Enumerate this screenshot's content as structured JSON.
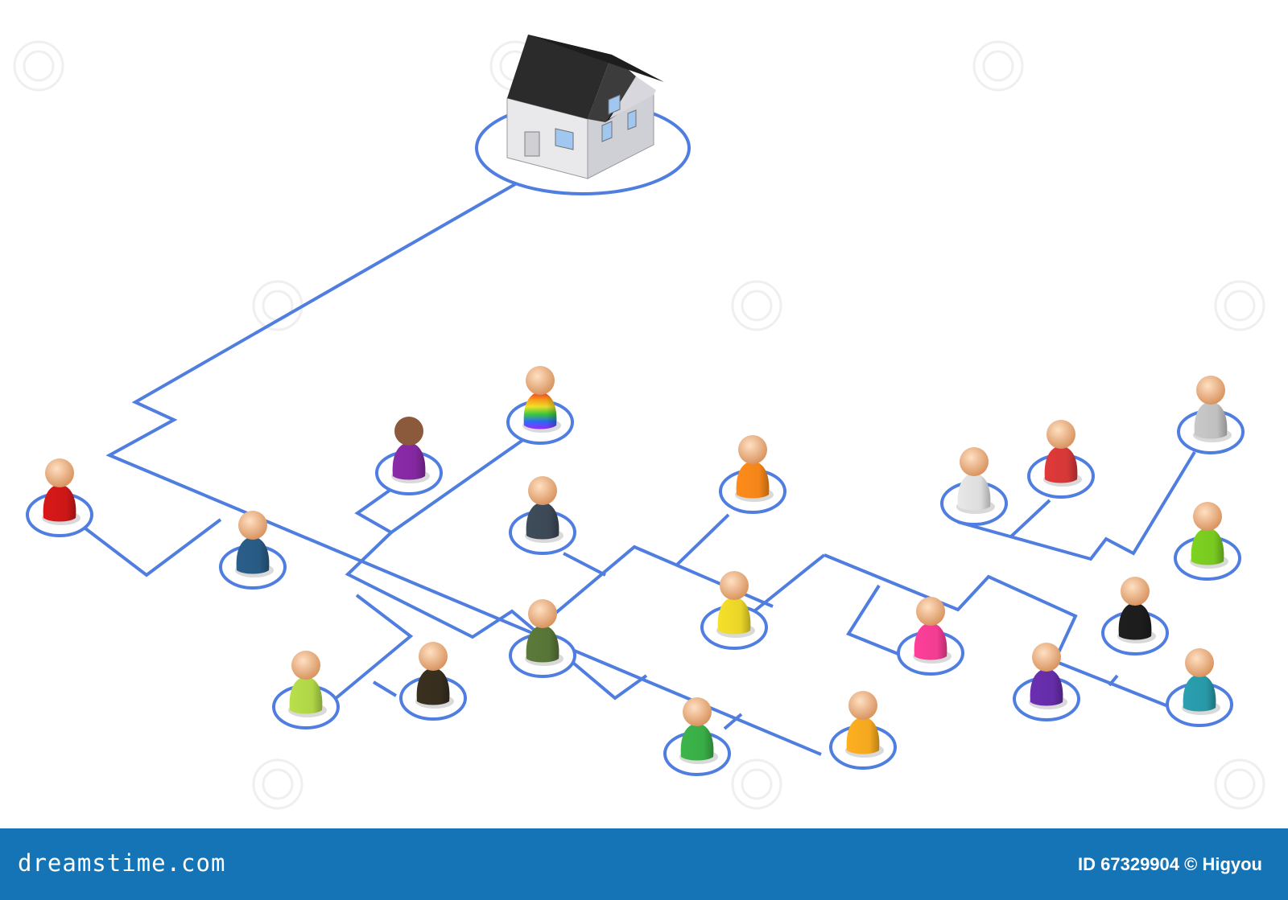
{
  "footer": {
    "brand": "dreamstime.com",
    "credit": "ID 67329904 © Higyou"
  },
  "colors": {
    "line": "#4f7de0",
    "skin": "#f2bd8b",
    "roof": "#2b2b2b",
    "wall": "#e8e8ea",
    "footer_bg": "#1474b5"
  },
  "scene": {
    "house_icon": "house-icon",
    "figures": [
      {
        "shirt": "#d81818",
        "name": "figure-red"
      },
      {
        "shirt": "#2a5f8a",
        "name": "figure-blue"
      },
      {
        "shirt": "#8a2aa8",
        "name": "figure-purple",
        "skin": "#8b5a3c"
      },
      {
        "shirt": "rainbow",
        "name": "figure-rainbow"
      },
      {
        "shirt": "#3f4c5a",
        "name": "figure-tie"
      },
      {
        "shirt": "#ff8c1a",
        "name": "figure-orange"
      },
      {
        "shirt": "#e8e8e8",
        "name": "figure-white"
      },
      {
        "shirt": "#e03a3a",
        "name": "figure-hawaiian"
      },
      {
        "shirt": "#c9c9c9",
        "name": "figure-grey"
      },
      {
        "shirt": "#7ed321",
        "name": "figure-green"
      },
      {
        "shirt": "#f5e02a",
        "name": "figure-yellow"
      },
      {
        "shirt": "#5c7a3a",
        "name": "figure-camo"
      },
      {
        "shirt": "#ff3f9a",
        "name": "figure-pink"
      },
      {
        "shirt": "#1e1e1e",
        "name": "figure-skull"
      },
      {
        "shirt": "#b8e04a",
        "name": "figure-lime"
      },
      {
        "shirt": "#3a3020",
        "name": "figure-lightning"
      },
      {
        "shirt": "#6a2fb0",
        "name": "figure-violet"
      },
      {
        "shirt": "#2aa0b0",
        "name": "figure-leaf"
      },
      {
        "shirt": "#3cb54a",
        "name": "figure-clover"
      },
      {
        "shirt": "#ffb020",
        "name": "figure-stripes"
      }
    ]
  }
}
